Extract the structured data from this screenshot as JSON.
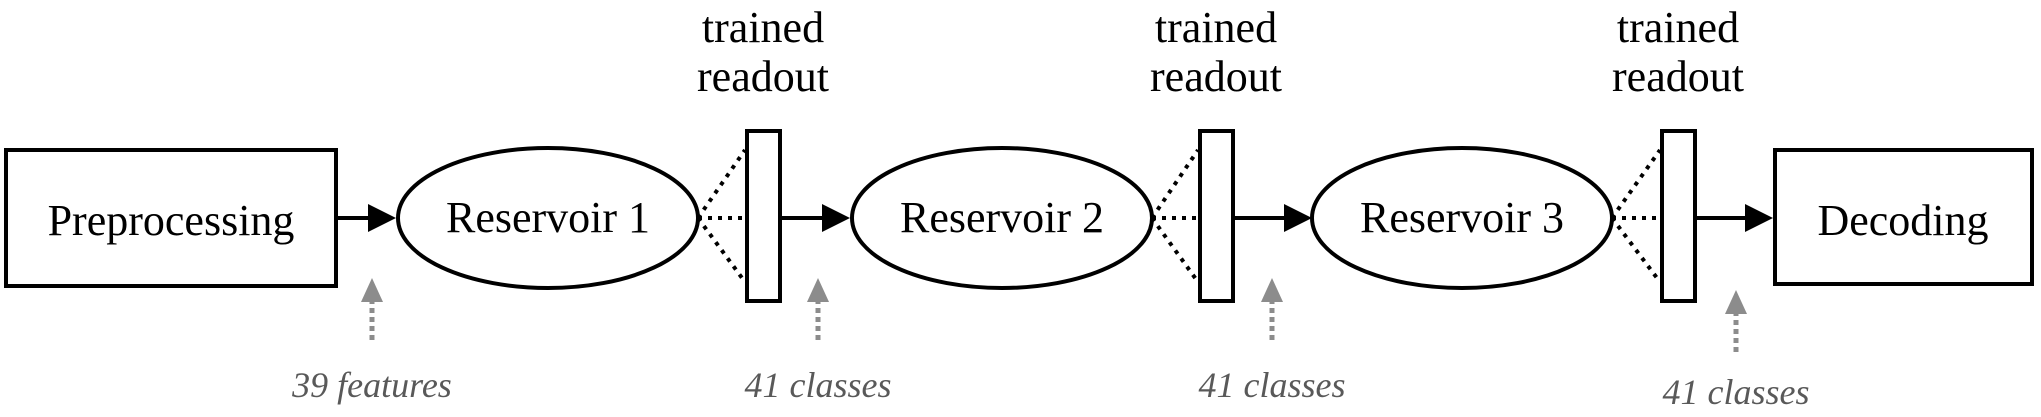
{
  "nodes": {
    "preprocessing": "Preprocessing",
    "reservoir1": "Reservoir 1",
    "reservoir2": "Reservoir 2",
    "reservoir3": "Reservoir 3",
    "decoding": "Decoding"
  },
  "readouts": [
    {
      "line1": "trained",
      "line2": "readout"
    },
    {
      "line1": "trained",
      "line2": "readout"
    },
    {
      "line1": "trained",
      "line2": "readout"
    }
  ],
  "annotations": [
    "39 features",
    "41 classes",
    "41 classes",
    "41 classes"
  ],
  "colors": {
    "stroke": "#000000",
    "annotation": "#595959",
    "annotation_arrow": "#8c8c8c"
  }
}
